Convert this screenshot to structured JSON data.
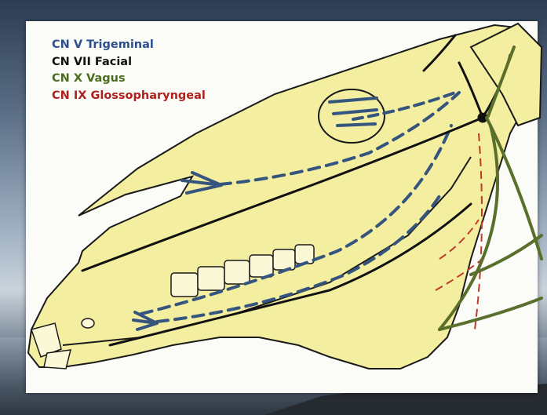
{
  "legend": [
    {
      "label": "CN V  Trigeminal",
      "color": "#2d4f8e"
    },
    {
      "label": "CN VII Facial",
      "color": "#111111"
    },
    {
      "label": "CN X Vagus",
      "color": "#4b6b1f"
    },
    {
      "label": "CN IX Glossopharyngeal",
      "color": "#b0201c"
    }
  ],
  "colors": {
    "skull_fill": "#f3eea0",
    "outline": "#1a1a1a",
    "trigeminal": "#35557e",
    "facial": "#111111",
    "vagus": "#5b6f2c",
    "glossopharyngeal": "#c0392b"
  }
}
